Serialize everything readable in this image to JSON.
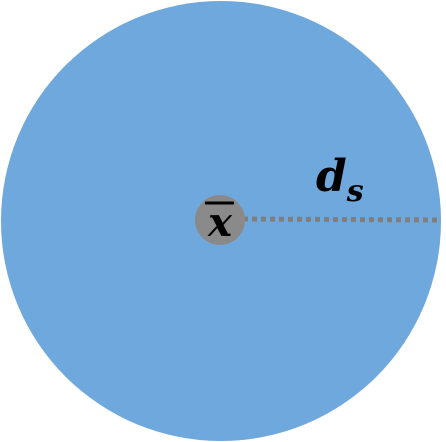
{
  "diagram": {
    "center_label": "x",
    "center_label_overbar": true,
    "radius_label_main": "d",
    "radius_label_sub": "s",
    "colors": {
      "disk": "#6fa8dc",
      "center_point": "#8a8a8a",
      "radius_line": "#7f7f7f",
      "text": "#000000"
    }
  }
}
